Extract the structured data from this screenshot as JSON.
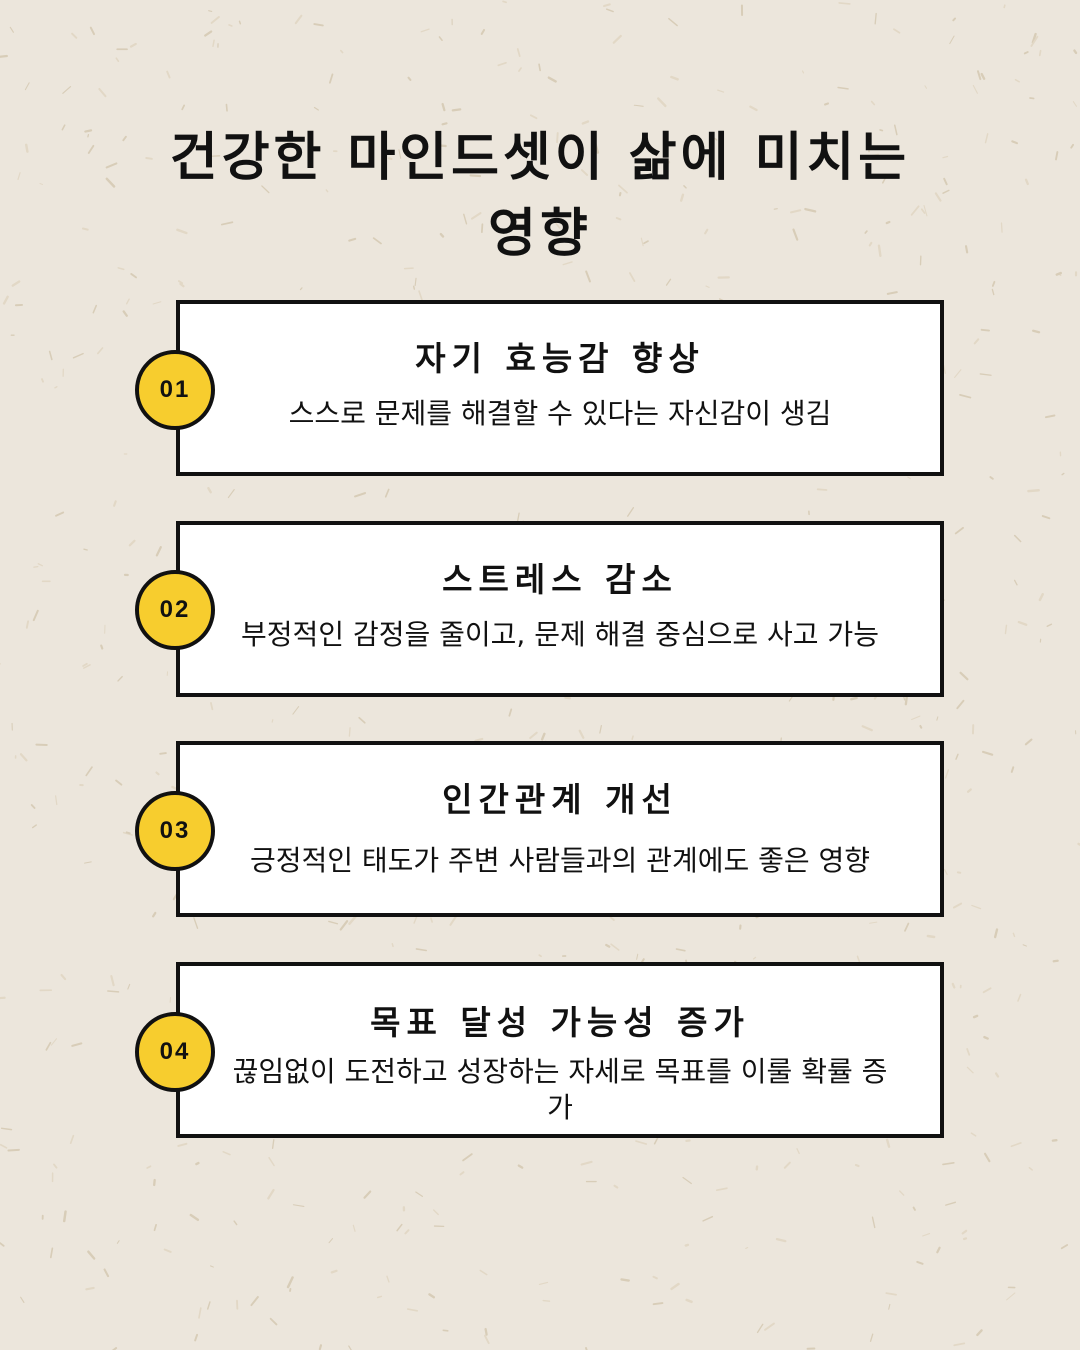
{
  "title_line1": "건강한 마인드셋이 삶에 미치는",
  "title_line2": "영향",
  "items": [
    {
      "number": "01",
      "title": "자기 효능감 향상",
      "desc": "스스로 문제를 해결할 수 있다는 자신감이 생김"
    },
    {
      "number": "02",
      "title": "스트레스 감소",
      "desc": "부정적인 감정을 줄이고, 문제 해결 중심으로 사고 가능"
    },
    {
      "number": "03",
      "title": "인간관계 개선",
      "desc": "긍정적인 태도가 주변 사람들과의 관계에도 좋은 영향"
    },
    {
      "number": "04",
      "title": "목표 달성 가능성 증가",
      "desc": "끊임없이 도전하고 성장하는 자세로 목표를 이룰 확률 증가"
    }
  ],
  "colors": {
    "background": "#ece6dc",
    "badge": "#f7cd2e",
    "border": "#111111",
    "card": "#ffffff"
  }
}
